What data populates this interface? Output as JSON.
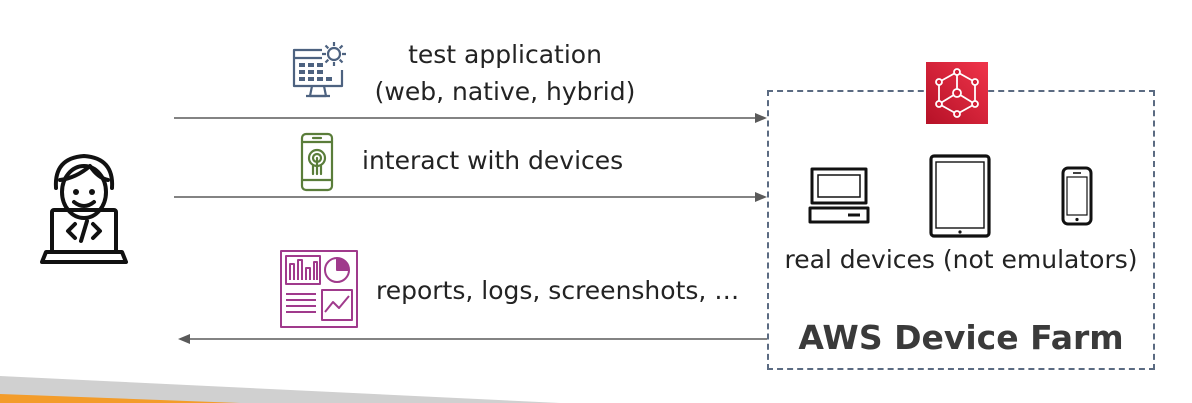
{
  "flows": {
    "test_app": {
      "line1": "test application",
      "line2": "(web, native, hybrid)",
      "icon": "code-monitor-gear-icon"
    },
    "interact": {
      "label": "interact with devices",
      "icon": "phone-touch-icon"
    },
    "reports": {
      "label": "reports, logs, screenshots, …",
      "icon": "dashboard-report-icon"
    }
  },
  "device_farm": {
    "title": "AWS Device Farm",
    "devices_label": "real devices (not emulators)",
    "service_icon": "aws-device-farm-icon",
    "device_icons": [
      "desktop-computer-icon",
      "tablet-icon",
      "smartphone-icon"
    ]
  },
  "developer": {
    "icon": "developer-laptop-icon"
  },
  "colors": {
    "arrow": "#5a5a5a",
    "box_border": "#5b6b82",
    "aws_icon_top": "#f0344a",
    "aws_icon_bottom": "#b51127",
    "code_icon": "#4d6280",
    "phone_icon": "#5a7d3a",
    "report_icon": "#a03a8c",
    "accent_bar": "#f39c2a"
  }
}
